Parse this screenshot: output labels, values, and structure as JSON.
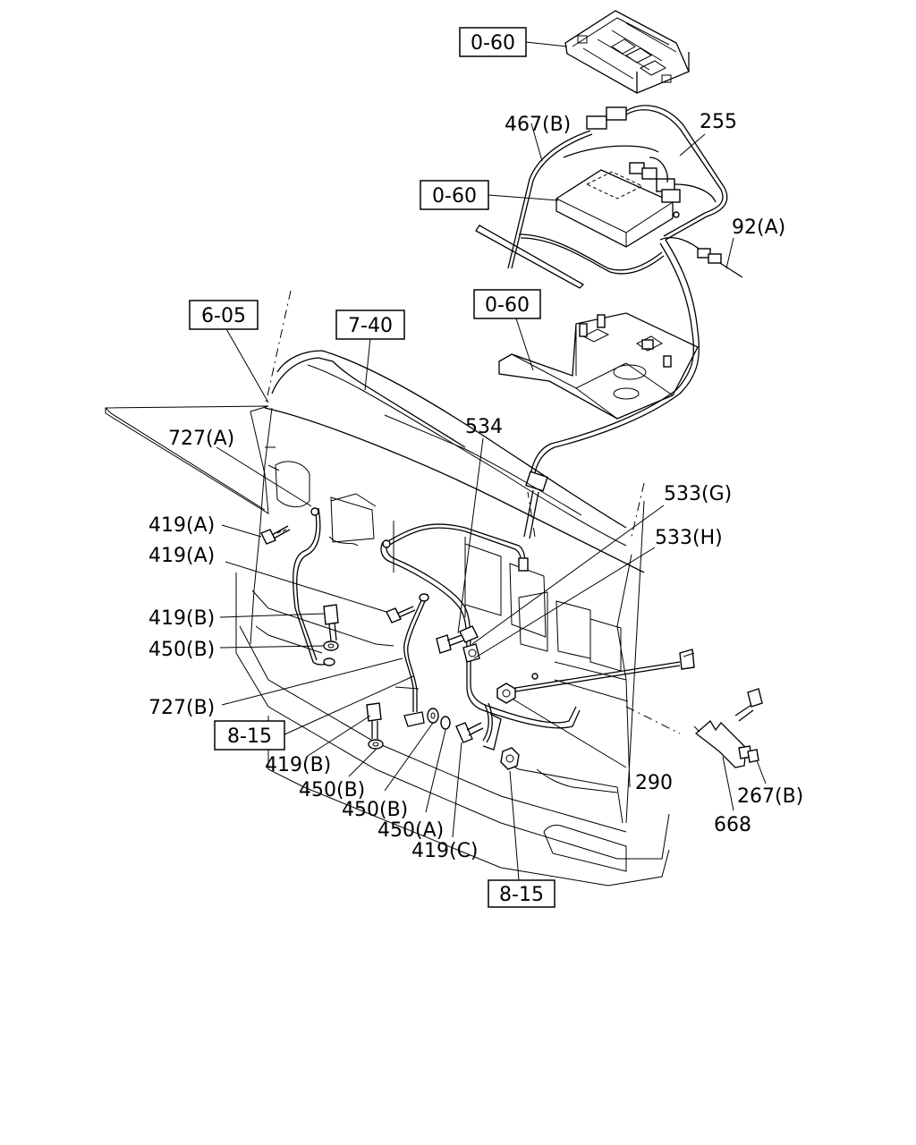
{
  "diagram": {
    "ref_boxes": {
      "r1": "0-60",
      "r2": "0-60",
      "r3": "0-60",
      "r4": "6-05",
      "r5": "7-40",
      "r6": "8-15",
      "r7": "8-15"
    },
    "callouts": {
      "c467b": "467(B)",
      "c255": "255",
      "c92a": "92(A)",
      "c534": "534",
      "c727a": "727(A)",
      "c419a_1": "419(A)",
      "c419a_2": "419(A)",
      "c533g": "533(G)",
      "c533h": "533(H)",
      "c419b_1": "419(B)",
      "c450b_1": "450(B)",
      "c727b": "727(B)",
      "c419b_2": "419(B)",
      "c450b_2": "450(B)",
      "c450b_3": "450(B)",
      "c450a": "450(A)",
      "c419c": "419(C)",
      "c290": "290",
      "c267b": "267(B)",
      "c668": "668"
    }
  }
}
